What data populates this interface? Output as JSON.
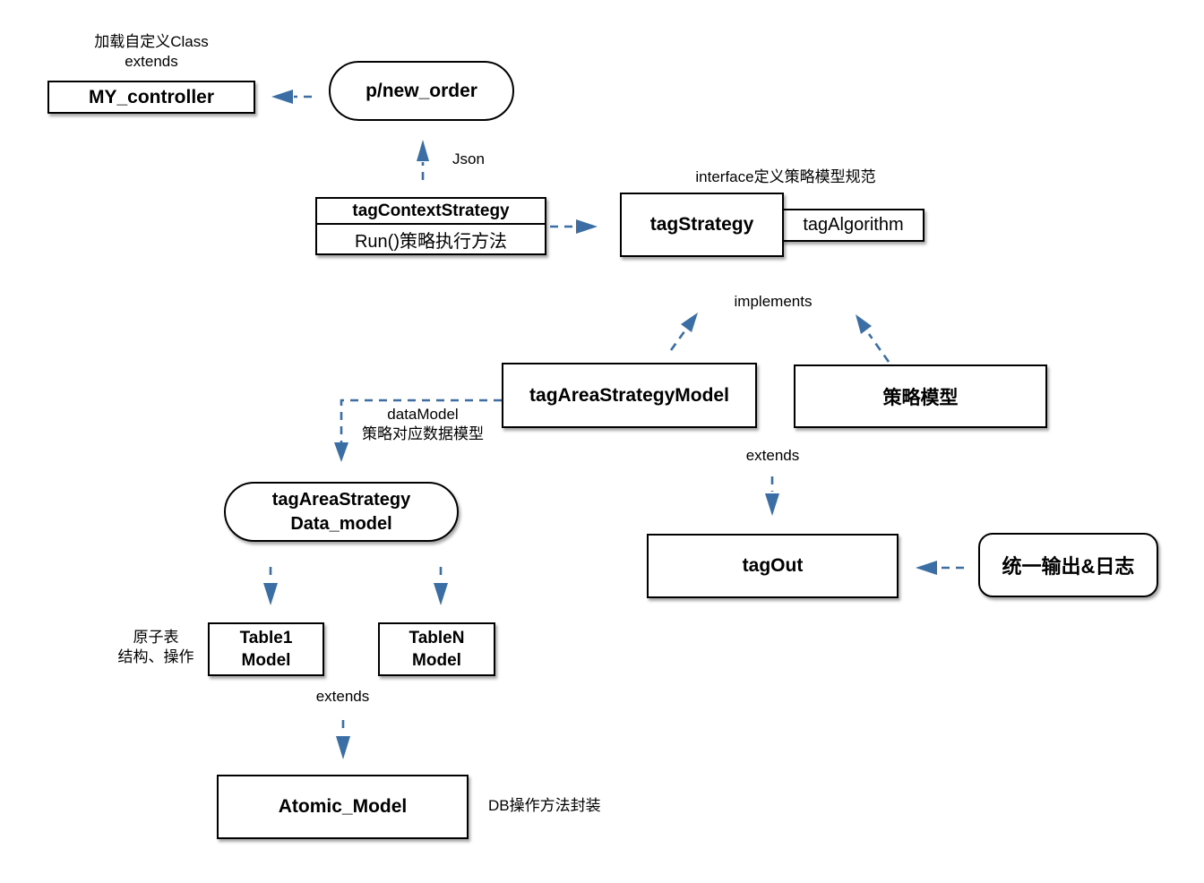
{
  "colors": {
    "arrow": "#3A6EA5",
    "border": "#000000",
    "background": "#FFFFFF",
    "text": "#000000"
  },
  "nodes": {
    "my_controller": {
      "label": "MY_controller"
    },
    "p_new_order": {
      "label": "p/new_order"
    },
    "tag_context_strategy": {
      "title": "tagContextStrategy",
      "body": "Run()策略执行方法"
    },
    "tag_strategy": {
      "label": "tagStrategy"
    },
    "tag_algorithm": {
      "label": "tagAlgorithm"
    },
    "tag_area_strategy_model": {
      "label": "tagAreaStrategyModel"
    },
    "strategy_model": {
      "label": "策略模型"
    },
    "tag_area_strategy_data_model": {
      "line1": "tagAreaStrategy",
      "line2": "Data_model"
    },
    "tag_out": {
      "label": "tagOut"
    },
    "unified_output_log": {
      "label": "统一输出&日志"
    },
    "table1_model": {
      "line1": "Table1",
      "line2": "Model"
    },
    "tablen_model": {
      "line1": "TableN",
      "line2": "Model"
    },
    "atomic_model": {
      "label": "Atomic_Model"
    }
  },
  "annotations": {
    "load_custom_class_line1": "加载自定义Class",
    "load_custom_class_line2": "extends",
    "json": "Json",
    "interface_note": "interface定义策略模型规范",
    "implements": "implements",
    "data_model_line1": "dataModel",
    "data_model_line2": "策略对应数据模型",
    "extends_right": "extends",
    "atomic_table_line1": "原子表",
    "atomic_table_line2": "结构、操作",
    "extends_bottom": "extends",
    "db_note": "DB操作方法封装"
  }
}
